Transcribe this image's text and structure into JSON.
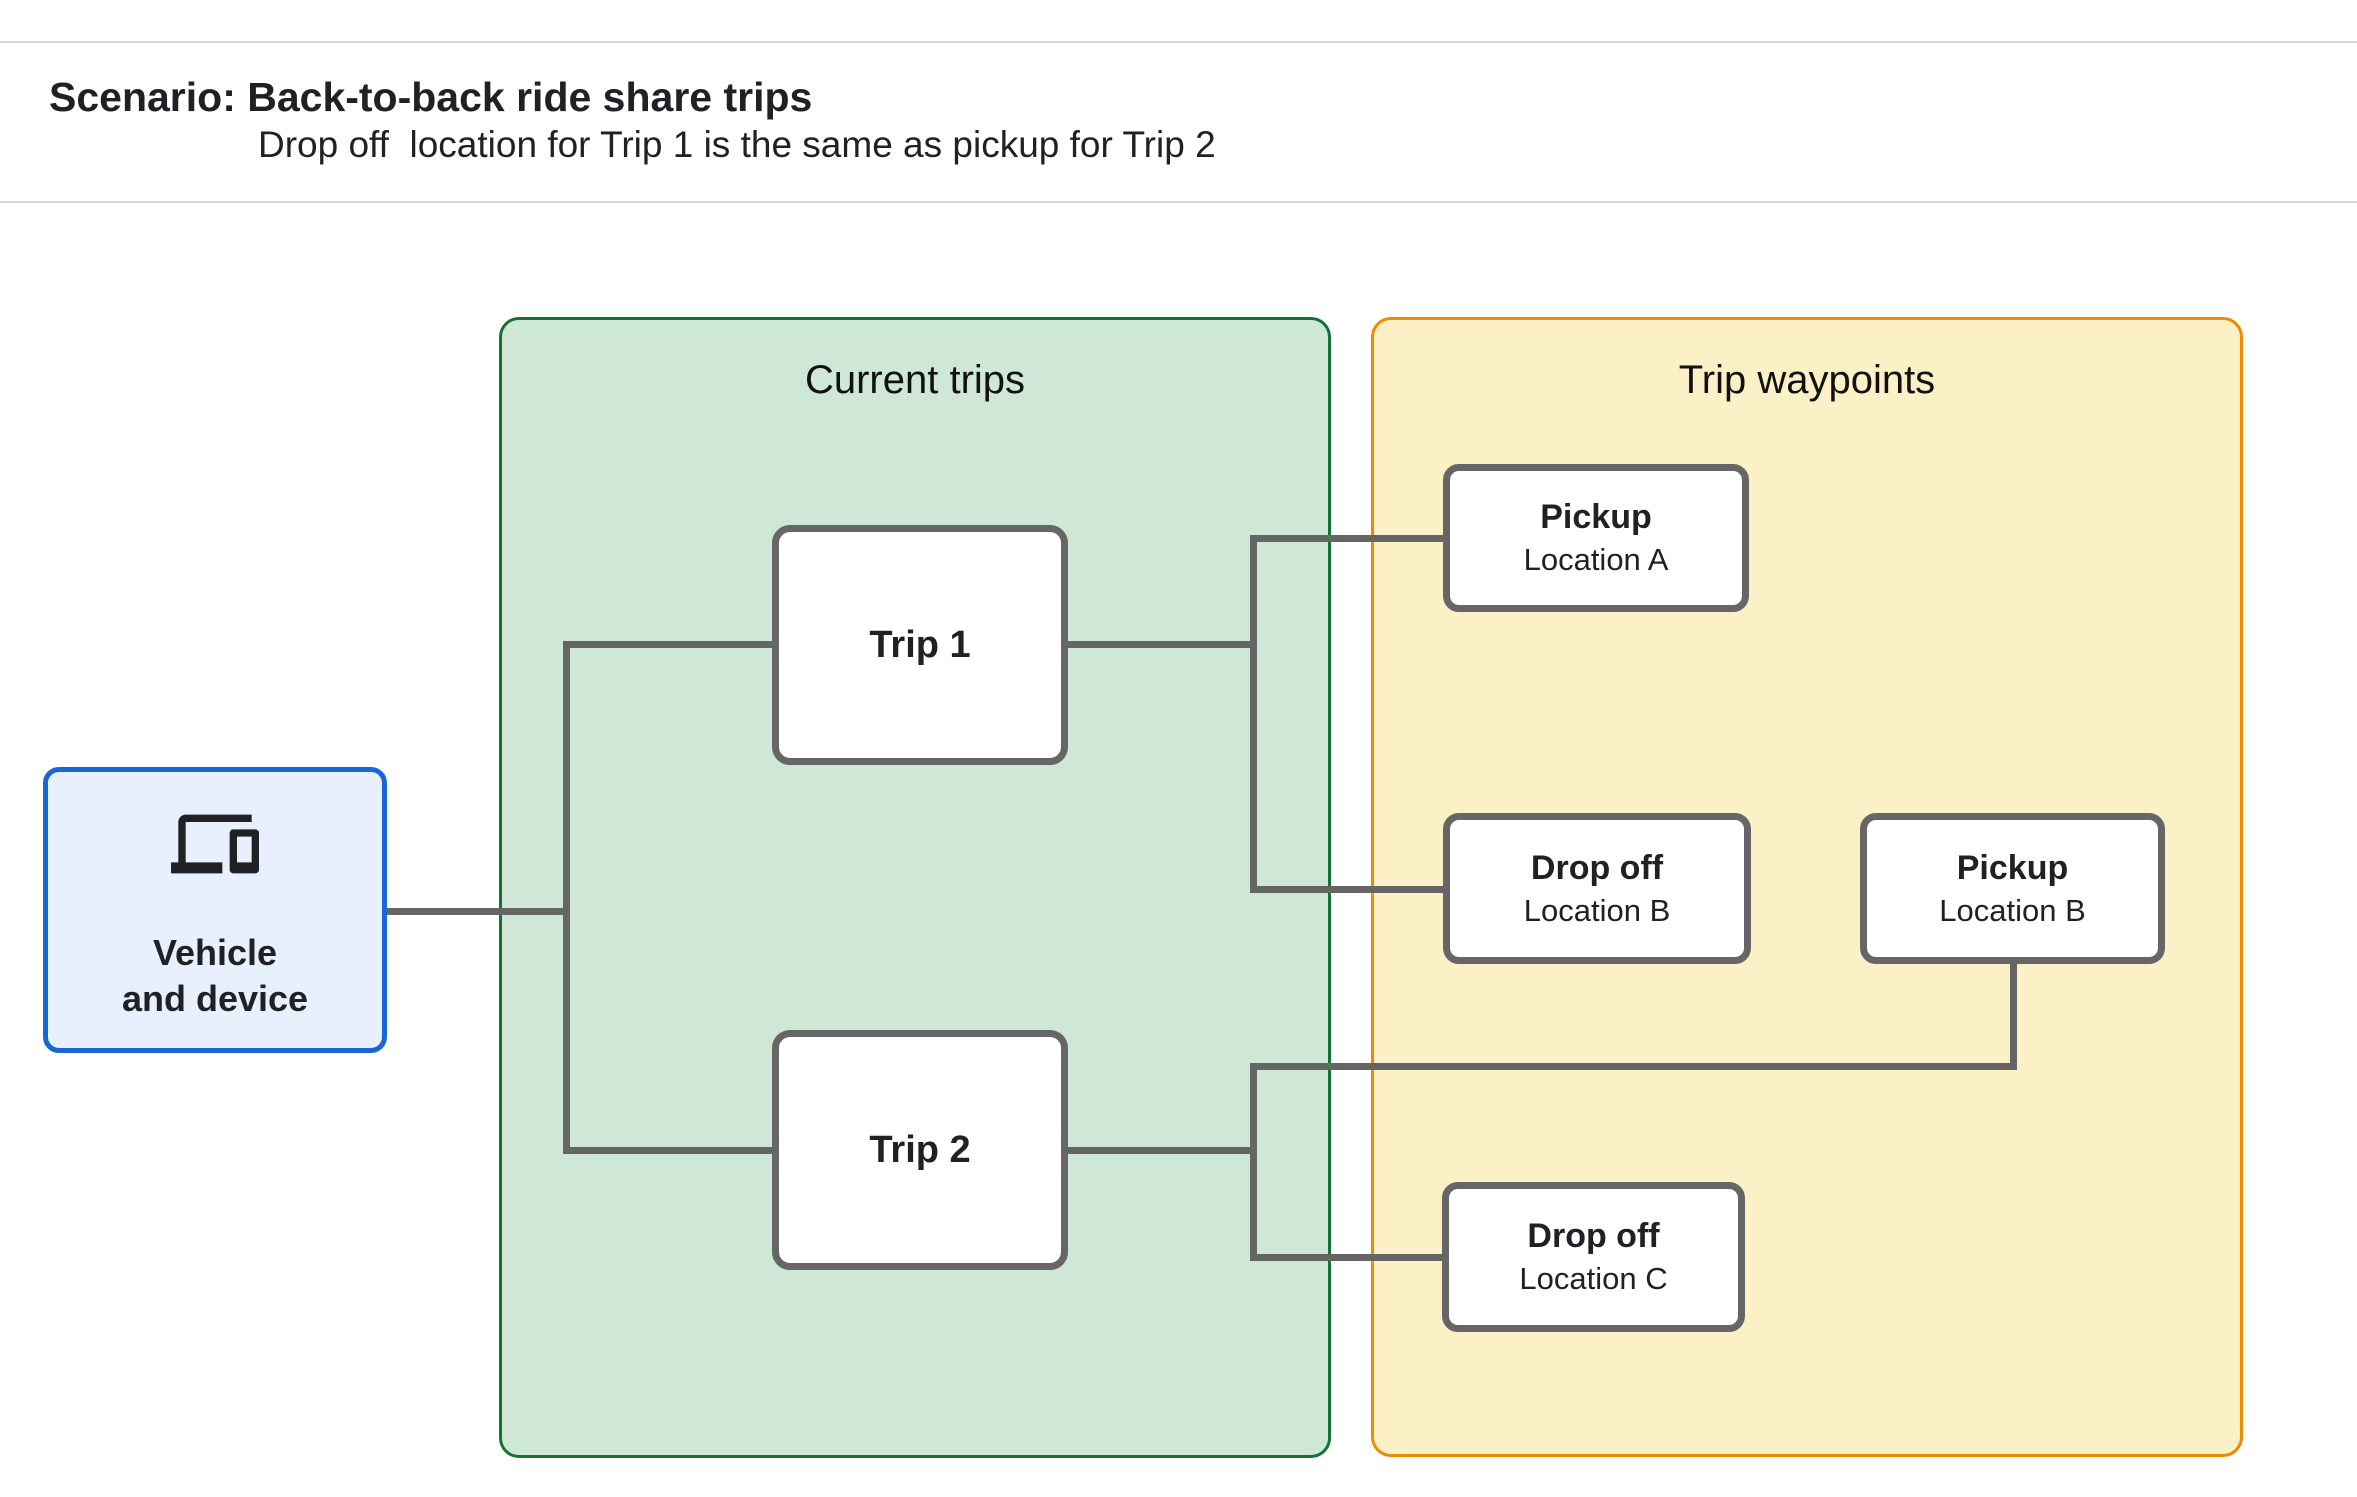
{
  "header": {
    "title": "Scenario: Back-to-back ride share trips",
    "subtitle": "Drop off  location for Trip 1 is the same as pickup for Trip 2"
  },
  "vehicle": {
    "line1": "Vehicle",
    "line2": "and device",
    "icon": "devices-icon"
  },
  "panels": {
    "current_trips": {
      "title": "Current trips"
    },
    "trip_waypoints": {
      "title": "Trip waypoints"
    }
  },
  "trips": {
    "trip1": {
      "label": "Trip 1"
    },
    "trip2": {
      "label": "Trip 2"
    }
  },
  "waypoints": {
    "pickup_a": {
      "title": "Pickup",
      "subtitle": "Location A"
    },
    "dropoff_b": {
      "title": "Drop off",
      "subtitle": "Location B"
    },
    "pickup_b": {
      "title": "Pickup",
      "subtitle": "Location B"
    },
    "dropoff_c": {
      "title": "Drop off",
      "subtitle": "Location C"
    }
  },
  "colors": {
    "text": "#202124",
    "divider": "#d6d6d6",
    "connector": "#656565",
    "box_border": "#666666",
    "vehicle_fill": "#e8f0fe",
    "vehicle_border": "#1967d2",
    "current_trips_fill": "#cee7d6",
    "current_trips_border": "#137333",
    "trip_waypoints_fill": "#fcf0c6",
    "trip_waypoints_border": "#ee8b00"
  }
}
